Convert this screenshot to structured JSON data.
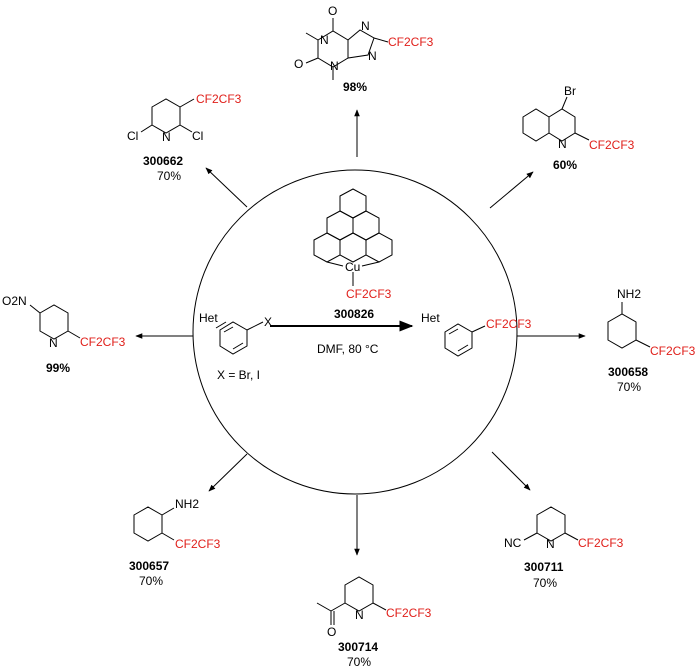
{
  "reagent": {
    "code": "300826",
    "cu_label": "Cu",
    "cf_label": "CF2CF3"
  },
  "conditions": "DMF, 80 °C",
  "substrate": {
    "het_label": "Het",
    "x_label": "X",
    "x_def": "X = Br, I"
  },
  "product_core": {
    "het_label": "Het",
    "cf_label": "CF2CF3"
  },
  "products": {
    "caffeine": {
      "yield": "98%",
      "cf": "CF2CF3"
    },
    "quinoline": {
      "yield": "60%",
      "cf": "CF2CF3",
      "br": "Br"
    },
    "aniline_meta": {
      "code": "300658",
      "yield": "70%",
      "cf": "CF2CF3",
      "nh2": "NH2"
    },
    "pyridine_cn": {
      "code": "300711",
      "yield": "70%",
      "cf": "CF2CF3",
      "nc": "NC"
    },
    "pyridine_acetyl": {
      "code": "300714",
      "yield": "70%",
      "cf": "CF2CF3"
    },
    "aniline_ortho": {
      "code": "300657",
      "yield": "70%",
      "cf": "CF2CF3",
      "nh2": "NH2"
    },
    "nitropyridine": {
      "yield": "99%",
      "cf": "CF2CF3",
      "no2": "O2N"
    },
    "dichloropyridine": {
      "code": "300662",
      "yield": "70%",
      "cf": "CF2CF3",
      "cl": "Cl"
    }
  }
}
